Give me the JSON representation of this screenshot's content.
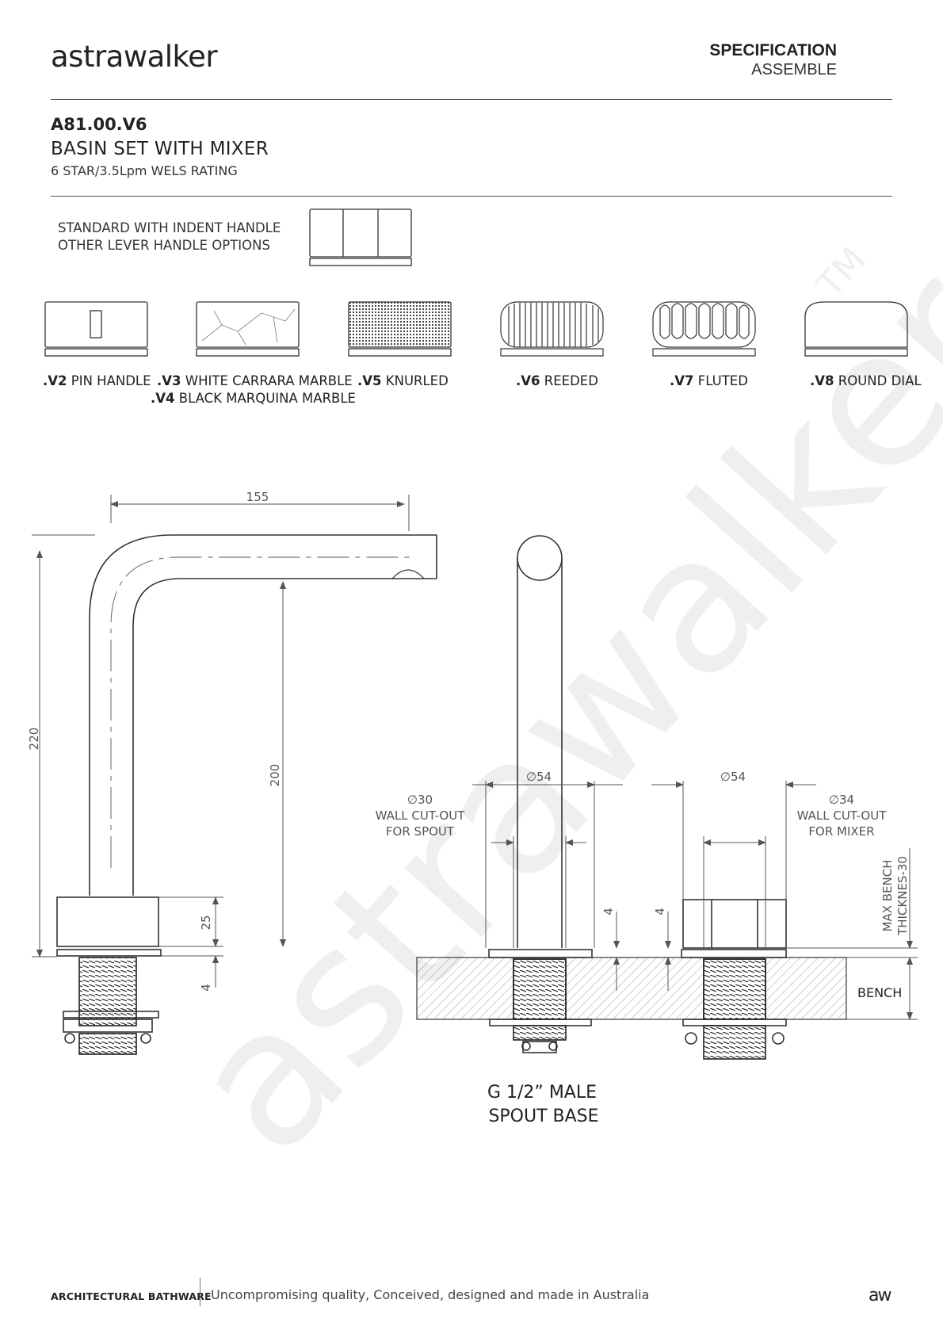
{
  "header": {
    "brand": "astrawalker",
    "spec_title": "SPECIFICATION",
    "spec_subtitle": "ASSEMBLE"
  },
  "product": {
    "code": "A81.00.V6",
    "name": "BASIN SET WITH MIXER",
    "rating": "6 STAR/3.5Lpm WELS RATING"
  },
  "handle_notes": {
    "line1": "STANDARD WITH INDENT HANDLE",
    "line2": "OTHER LEVER HANDLE OPTIONS"
  },
  "options": [
    {
      "code": ".V2",
      "label": " PIN HANDLE"
    },
    {
      "code": ".V3",
      "label": " WHITE CARRARA MARBLE"
    },
    {
      "code": ".V4",
      "label": " BLACK MARQUINA MARBLE"
    },
    {
      "code": ".V5",
      "label": " KNURLED"
    },
    {
      "code": ".V6",
      "label": " REEDED"
    },
    {
      "code": ".V7",
      "label": " FLUTED"
    },
    {
      "code": ".V8",
      "label": " ROUND DIAL"
    }
  ],
  "dimensions": {
    "spout_reach": "155",
    "overall_height": "220",
    "outlet_height": "200",
    "base_height": "25",
    "flange": "4",
    "spout_dia": "∅54",
    "mixer_dia": "∅54",
    "spout_cutout_dia": "∅30",
    "spout_cutout_l1": "WALL CUT-OUT",
    "spout_cutout_l2": "FOR SPOUT",
    "mixer_cutout_dia": "∅34",
    "mixer_cutout_l1": "WALL CUT-OUT",
    "mixer_cutout_l2": "FOR MIXER",
    "gap_left": "4",
    "gap_right": "4",
    "bench_max_l1": "MAX BENCH",
    "bench_max_l2": "THICKNES-30",
    "bench": "BENCH"
  },
  "spout_base": {
    "line1": "G 1/2” MALE",
    "line2": "SPOUT BASE"
  },
  "watermark": "astrawalker",
  "watermark_tm": "TM",
  "footer": {
    "left": "ARCHITECTURAL BATHWARE",
    "tagline": "Uncompromising quality, Conceived, designed and made in Australia",
    "mark": "aw"
  }
}
